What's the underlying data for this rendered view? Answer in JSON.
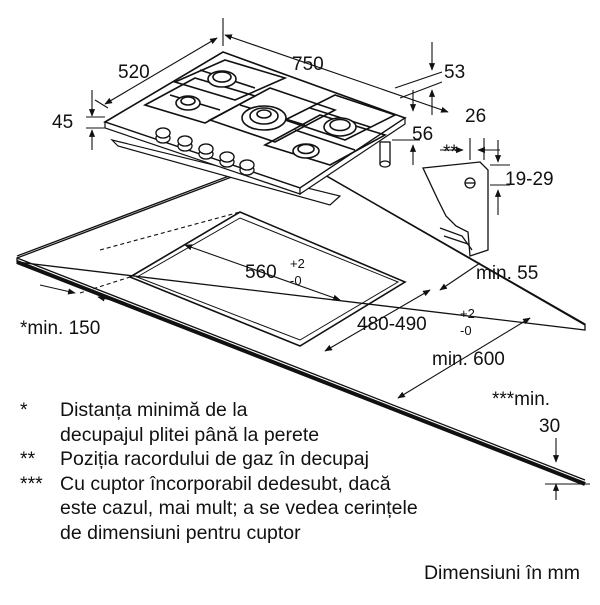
{
  "dimensions": {
    "width_750": "750",
    "depth_520": "520",
    "height_45": "45",
    "height_53": "53",
    "offset_56": "56",
    "gas_26": "26",
    "gas_19_29": "19-29",
    "two_star": "**",
    "cutout_width": "560",
    "cutout_width_tol_plus": "+2",
    "cutout_width_tol_minus": "-0",
    "cutout_depth": "480-490",
    "cutout_depth_tol_plus": "+2",
    "cutout_depth_tol_minus": "-0",
    "min_55": "min. 55",
    "min_150": "*min. 150",
    "min_600": "min. 600",
    "min_30_label": "***min.",
    "min_30_value": "30"
  },
  "legend": {
    "star1_mark": "*",
    "star1_line1": "Distanța minimă de la",
    "star1_line2": "decupajul plitei până la perete",
    "star2_mark": "**",
    "star2_line1": "Poziția racordului de gaz în decupaj",
    "star3_mark": "***",
    "star3_line1": "Cu cuptor încorporabil dedesubt, dacă",
    "star3_line2": "este cazul, mai mult; a se vedea cerințele",
    "star3_line3": "de dimensiuni pentru cuptor"
  },
  "units_note": "Dimensiuni în mm"
}
